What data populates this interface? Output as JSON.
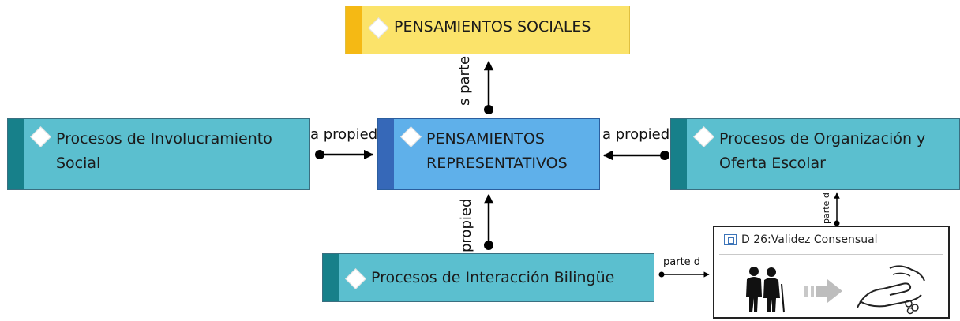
{
  "colors": {
    "teal_fill": "#5bbfcf",
    "teal_stripe": "#17808a",
    "blue_fill": "#5fb0ea",
    "blue_stripe": "#3668b8",
    "yellow_fill": "#fbe36a",
    "yellow_stripe": "#f5b914",
    "connector": "#000000"
  },
  "nodes": {
    "social": {
      "label": "PENSAMIENTOS SOCIALES",
      "icon": "diamond-icon"
    },
    "central": {
      "label": "PENSAMIENTOS REPRESENTATIVOS",
      "icon": "diamond-icon"
    },
    "left": {
      "label": "Procesos de Involucramiento Social",
      "icon": "diamond-icon"
    },
    "right": {
      "label": "Procesos de Organización y Oferta Escolar",
      "icon": "diamond-icon"
    },
    "bottom": {
      "label": "Procesos de Interacción Bilingüe",
      "icon": "diamond-icon"
    }
  },
  "connectors": {
    "top": "s parte d",
    "left": "a propied",
    "right": "a propied",
    "bottom": "propied",
    "card_up": "parte d",
    "card_left": "parte d"
  },
  "card": {
    "title": "D 26:Validez Consensual",
    "icon": "document-icon",
    "illustration": [
      "elderly-couple-icon",
      "arrow-right-icon",
      "hand-giving-icon"
    ]
  }
}
